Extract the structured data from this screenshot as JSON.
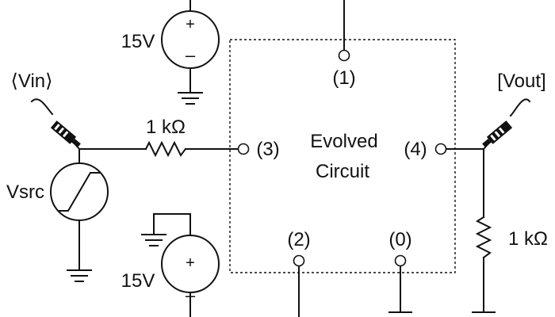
{
  "labels": {
    "top_supply_voltage": "15V",
    "bottom_supply_voltage": "15V",
    "source": "Vsrc",
    "vin_probe": "⟨Vin⟩",
    "vout_probe": "[Vout]",
    "input_resistor": "1 kΩ",
    "load_resistor": "1 kΩ",
    "block_title_line1": "Evolved",
    "block_title_line2": "Circuit",
    "pin_0": "(0)",
    "pin_1": "(1)",
    "pin_2": "(2)",
    "pin_3": "(3)",
    "pin_4": "(4)"
  },
  "symbols": {
    "supply_top": "battery-source-symbol",
    "supply_bottom": "battery-source-symbol",
    "signal_source": "ramp-source-symbol",
    "probe_in": "oscilloscope-probe-icon",
    "probe_out": "oscilloscope-probe-icon",
    "ground": "ground-symbol"
  }
}
